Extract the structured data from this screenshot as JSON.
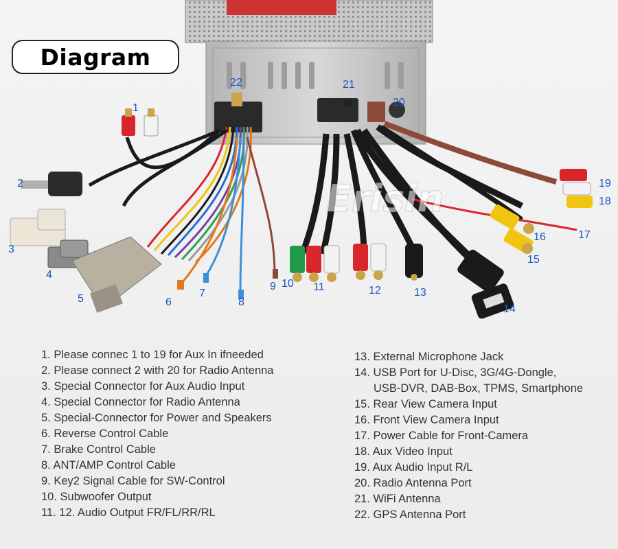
{
  "title": "Diagram",
  "watermark": "Erisin",
  "callouts": [
    "1",
    "2",
    "3",
    "4",
    "5",
    "6",
    "7",
    "8",
    "9",
    "10",
    "11",
    "12",
    "13",
    "14",
    "15",
    "16",
    "17",
    "18",
    "19",
    "20",
    "21",
    "22"
  ],
  "legend_left": [
    "1. Please connec 1 to 19 for Aux In ifneeded",
    "2. Please connect 2 with 20 for Radio Antenna",
    "3. Special Connector for Aux Audio Input",
    "4. Special Connector for Radio Antenna",
    "5. Special-Connector for Power and Speakers",
    "6. Reverse Control Cable",
    "7. Brake Control Cable",
    "8. ANT/AMP Control Cable",
    "9. Key2 Signal Cable for SW-Control",
    "10. Subwoofer Output",
    "11. 12. Audio Output FR/FL/RR/RL"
  ],
  "legend_right": [
    "13. External Microphone Jack",
    "14. USB Port for U-Disc, 3G/4G-Dongle,",
    "USB-DVR, DAB-Box, TPMS, Smartphone",
    "15. Rear View Camera Input",
    "16. Front View Camera Input",
    "17. Power Cable for Front-Camera",
    "18. Aux Video Input",
    "19. Aux Audio Input R/L",
    "20. Radio Antenna Port",
    "21. WiFi Antenna",
    "22. GPS Antenna Port"
  ],
  "colors": {
    "callout_blue": "#1a56c6",
    "rca_red": "#d8262b",
    "rca_white": "#f2f2f2",
    "rca_yellow": "#f1c40f",
    "rca_green": "#1f9a4a",
    "cable_black": "#1a1a1a"
  }
}
